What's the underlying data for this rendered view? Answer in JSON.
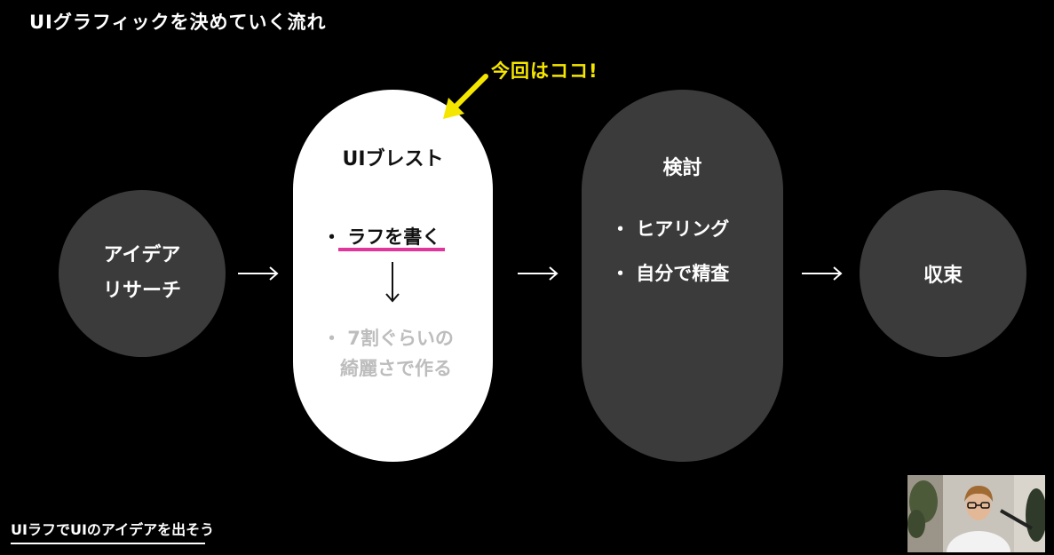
{
  "slide_title": "UIグラフィックを決めていく流れ",
  "callout": "今回はココ!",
  "steps": {
    "research": {
      "line1": "アイデア",
      "line2": "リサーチ"
    },
    "brainstorm": {
      "title": "UIブレスト",
      "bullet1": "・ ラフを書く",
      "bullet2_line1": "・ 7割ぐらいの",
      "bullet2_line2": "綺麗さで作る"
    },
    "review": {
      "title": "検討",
      "bullet1": "・ ヒアリング",
      "bullet2": "・ 自分で精査"
    },
    "converge": {
      "label": "収束"
    }
  },
  "footer": "UIラフでUIのアイデアを出そう",
  "colors": {
    "background": "#000000",
    "circle": "#3b3b3b",
    "highlight_underline": "#e0359b",
    "callout": "#f5e600",
    "muted_text": "#bdbdbd"
  }
}
